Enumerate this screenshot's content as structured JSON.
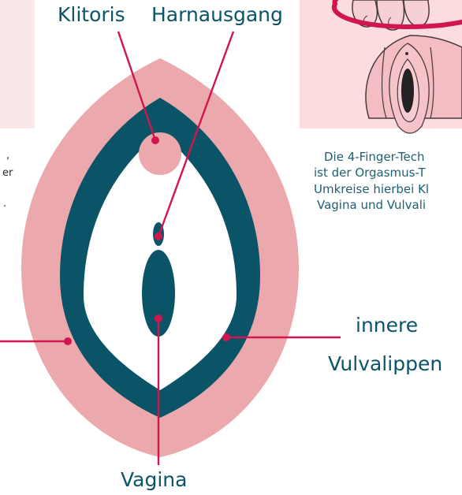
{
  "labels": {
    "clitoris": "Klitoris",
    "urethra": "Harnausgang",
    "inner_lips_1": "innere",
    "inner_lips_2": "Vulvalippen",
    "vagina": "Vagina"
  },
  "caption": {
    "line1": "Die 4-Finger-Tech",
    "line2": "ist der Orgasmus-T",
    "line3": "Umkreise hierbei Kl",
    "line4": "Vagina und Vulvali"
  },
  "left_fragments": {
    "frag1": ",",
    "frag2": "er",
    "frag3": "."
  },
  "colors": {
    "outer_lips": "#eba9ae",
    "inner_lips": "#0b5468",
    "clitoris": "#eba9ae",
    "leader_line": "#d0154f",
    "inset_bg": "#fbdde0",
    "left_panel_bg": "#fbe6e8",
    "text": "#0b5468"
  },
  "icons": {
    "inset": "hand-touching-vulva-illustration"
  }
}
